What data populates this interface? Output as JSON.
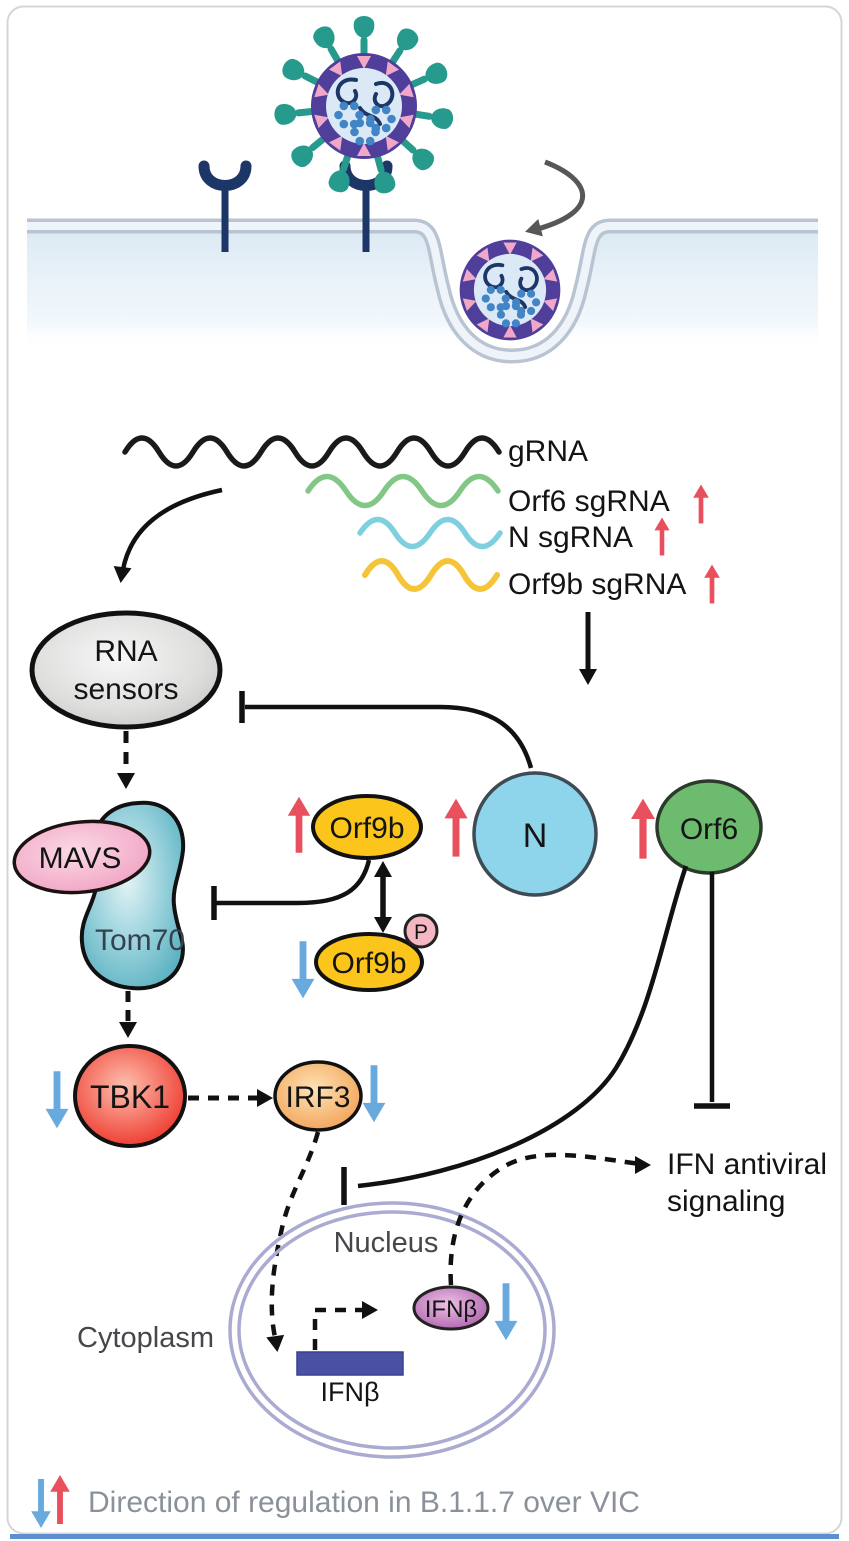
{
  "labels": {
    "grna": "gRNA",
    "orf6_sgrna": "Orf6 sgRNA",
    "n_sgrna": "N sgRNA",
    "orf9b_sgrna": "Orf9b sgRNA",
    "rna_sensors_line1": "RNA",
    "rna_sensors_line2": "sensors",
    "mavs": "MAVS",
    "tom70": "Tom70",
    "orf9b": "Orf9b",
    "orf9b_p": "Orf9b",
    "phospho": "P",
    "n_protein": "N",
    "orf6": "Orf6",
    "tbk1": "TBK1",
    "irf3": "IRF3",
    "nucleus": "Nucleus",
    "cytoplasm": "Cytoplasm",
    "ifnb_gene": "IFNβ",
    "ifnb_protein": "IFNβ",
    "ifn_signaling_line1": "IFN antiviral",
    "ifn_signaling_line2": "signaling"
  },
  "legend": {
    "text": "Direction of regulation in B.1.1.7 over VIC"
  },
  "regulation": {
    "up_in_b117": [
      "Orf6 sgRNA",
      "N sgRNA",
      "Orf9b sgRNA",
      "Orf9b",
      "N",
      "Orf6"
    ],
    "down_in_b117": [
      "Orf9b-P",
      "TBK1",
      "IRF3",
      "IFNβ"
    ]
  },
  "colors": {
    "up_arrow": "#e9505e",
    "down_arrow": "#68a9de",
    "grna_wave": "#1a1a1a",
    "orf6_wave": "#82c785",
    "n_wave": "#7fd0df",
    "orf9b_wave": "#f6c437",
    "orf9b_fill": "#fbc51c",
    "n_fill": "#8ed4ea",
    "orf6_fill": "#6cbb6e",
    "phospho_fill": "#f5b8c3",
    "ifnb_gene_fill": "#4a51a3",
    "nucleus_ring": "#a9abd1",
    "virus_spike": "#269a8d",
    "virus_envelope": "#4f3f9b",
    "virus_triangle": "#efa8c8",
    "membrane": "#b9c4d2"
  }
}
